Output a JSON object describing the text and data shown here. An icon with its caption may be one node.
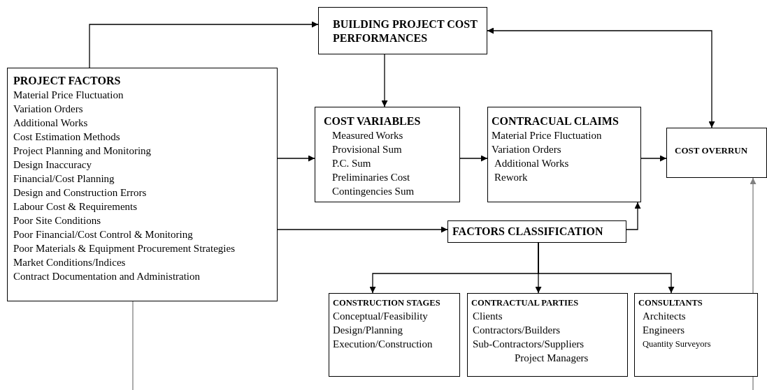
{
  "diagram": {
    "nodes": [
      {
        "text": [
          "BUILDING PROJECT COST PERFORMANCES"
        ]
      },
      {
        "text": [
          "PROJECT FACTORS",
          "Material Price Fluctuation",
          "Variation Orders",
          "Additional Works",
          "Cost Estimation Methods",
          "Project Planning and Monitoring",
          "Design Inaccuracy",
          "Financial/Cost Planning",
          "Design and Construction Errors",
          "Labour Cost & Requirements",
          "Poor Site Conditions",
          "Poor Financial/Cost Control & Monitoring",
          "Poor Materials & Equipment Procurement Strategies",
          "Market Conditions/Indices",
          "Contract Documentation and Administration"
        ]
      },
      {
        "text": [
          "COST VARIABLES",
          "Measured Works",
          "Provisional Sum",
          "P.C. Sum",
          "Preliminaries Cost",
          "Contingencies Sum"
        ]
      },
      {
        "text": [
          "CONTRACUAL CLAIMS",
          "Material Price Fluctuation",
          "Variation Orders",
          "Additional Works",
          "Rework"
        ]
      },
      {
        "text": [
          "COST  OVERRUN"
        ]
      },
      {
        "text": [
          "FACTORS CLASSIFICATION"
        ]
      },
      {
        "text": [
          "CONSTRUCTION STAGES",
          "Conceptual/Feasibility",
          "Design/Planning",
          "Execution/Construction"
        ]
      },
      {
        "text": [
          "CONTRACTUAL   PARTIES",
          "Clients",
          "Contractors/Builders",
          "Sub-Contractors/Suppliers",
          "Project Managers"
        ]
      },
      {
        "text": [
          "CONSULTANTS",
          "Architects",
          "Engineers",
          "Quantity Surveyors"
        ]
      }
    ],
    "edges": [
      {
        "from": 1,
        "to": 0,
        "arrow": "to"
      },
      {
        "from": 0,
        "to": 2,
        "arrow": "to"
      },
      {
        "from": 1,
        "to": 2,
        "arrow": "to"
      },
      {
        "from": 2,
        "to": 3,
        "arrow": "to"
      },
      {
        "from": 3,
        "to": 4,
        "arrow": "to"
      },
      {
        "from": 0,
        "to": 4,
        "arrow": "both"
      },
      {
        "from": 1,
        "to": 5,
        "arrow": "to"
      },
      {
        "from": 5,
        "to": 3,
        "arrow": "to"
      },
      {
        "from": 5,
        "to": 6,
        "arrow": "to"
      },
      {
        "from": 5,
        "to": 7,
        "arrow": "to"
      },
      {
        "from": 5,
        "to": 8,
        "arrow": "to"
      },
      {
        "from": 1,
        "to": null,
        "arrow": "none",
        "color": "#808080"
      },
      {
        "from": null,
        "to": 4,
        "arrow": "to",
        "color": "#808080"
      }
    ]
  }
}
